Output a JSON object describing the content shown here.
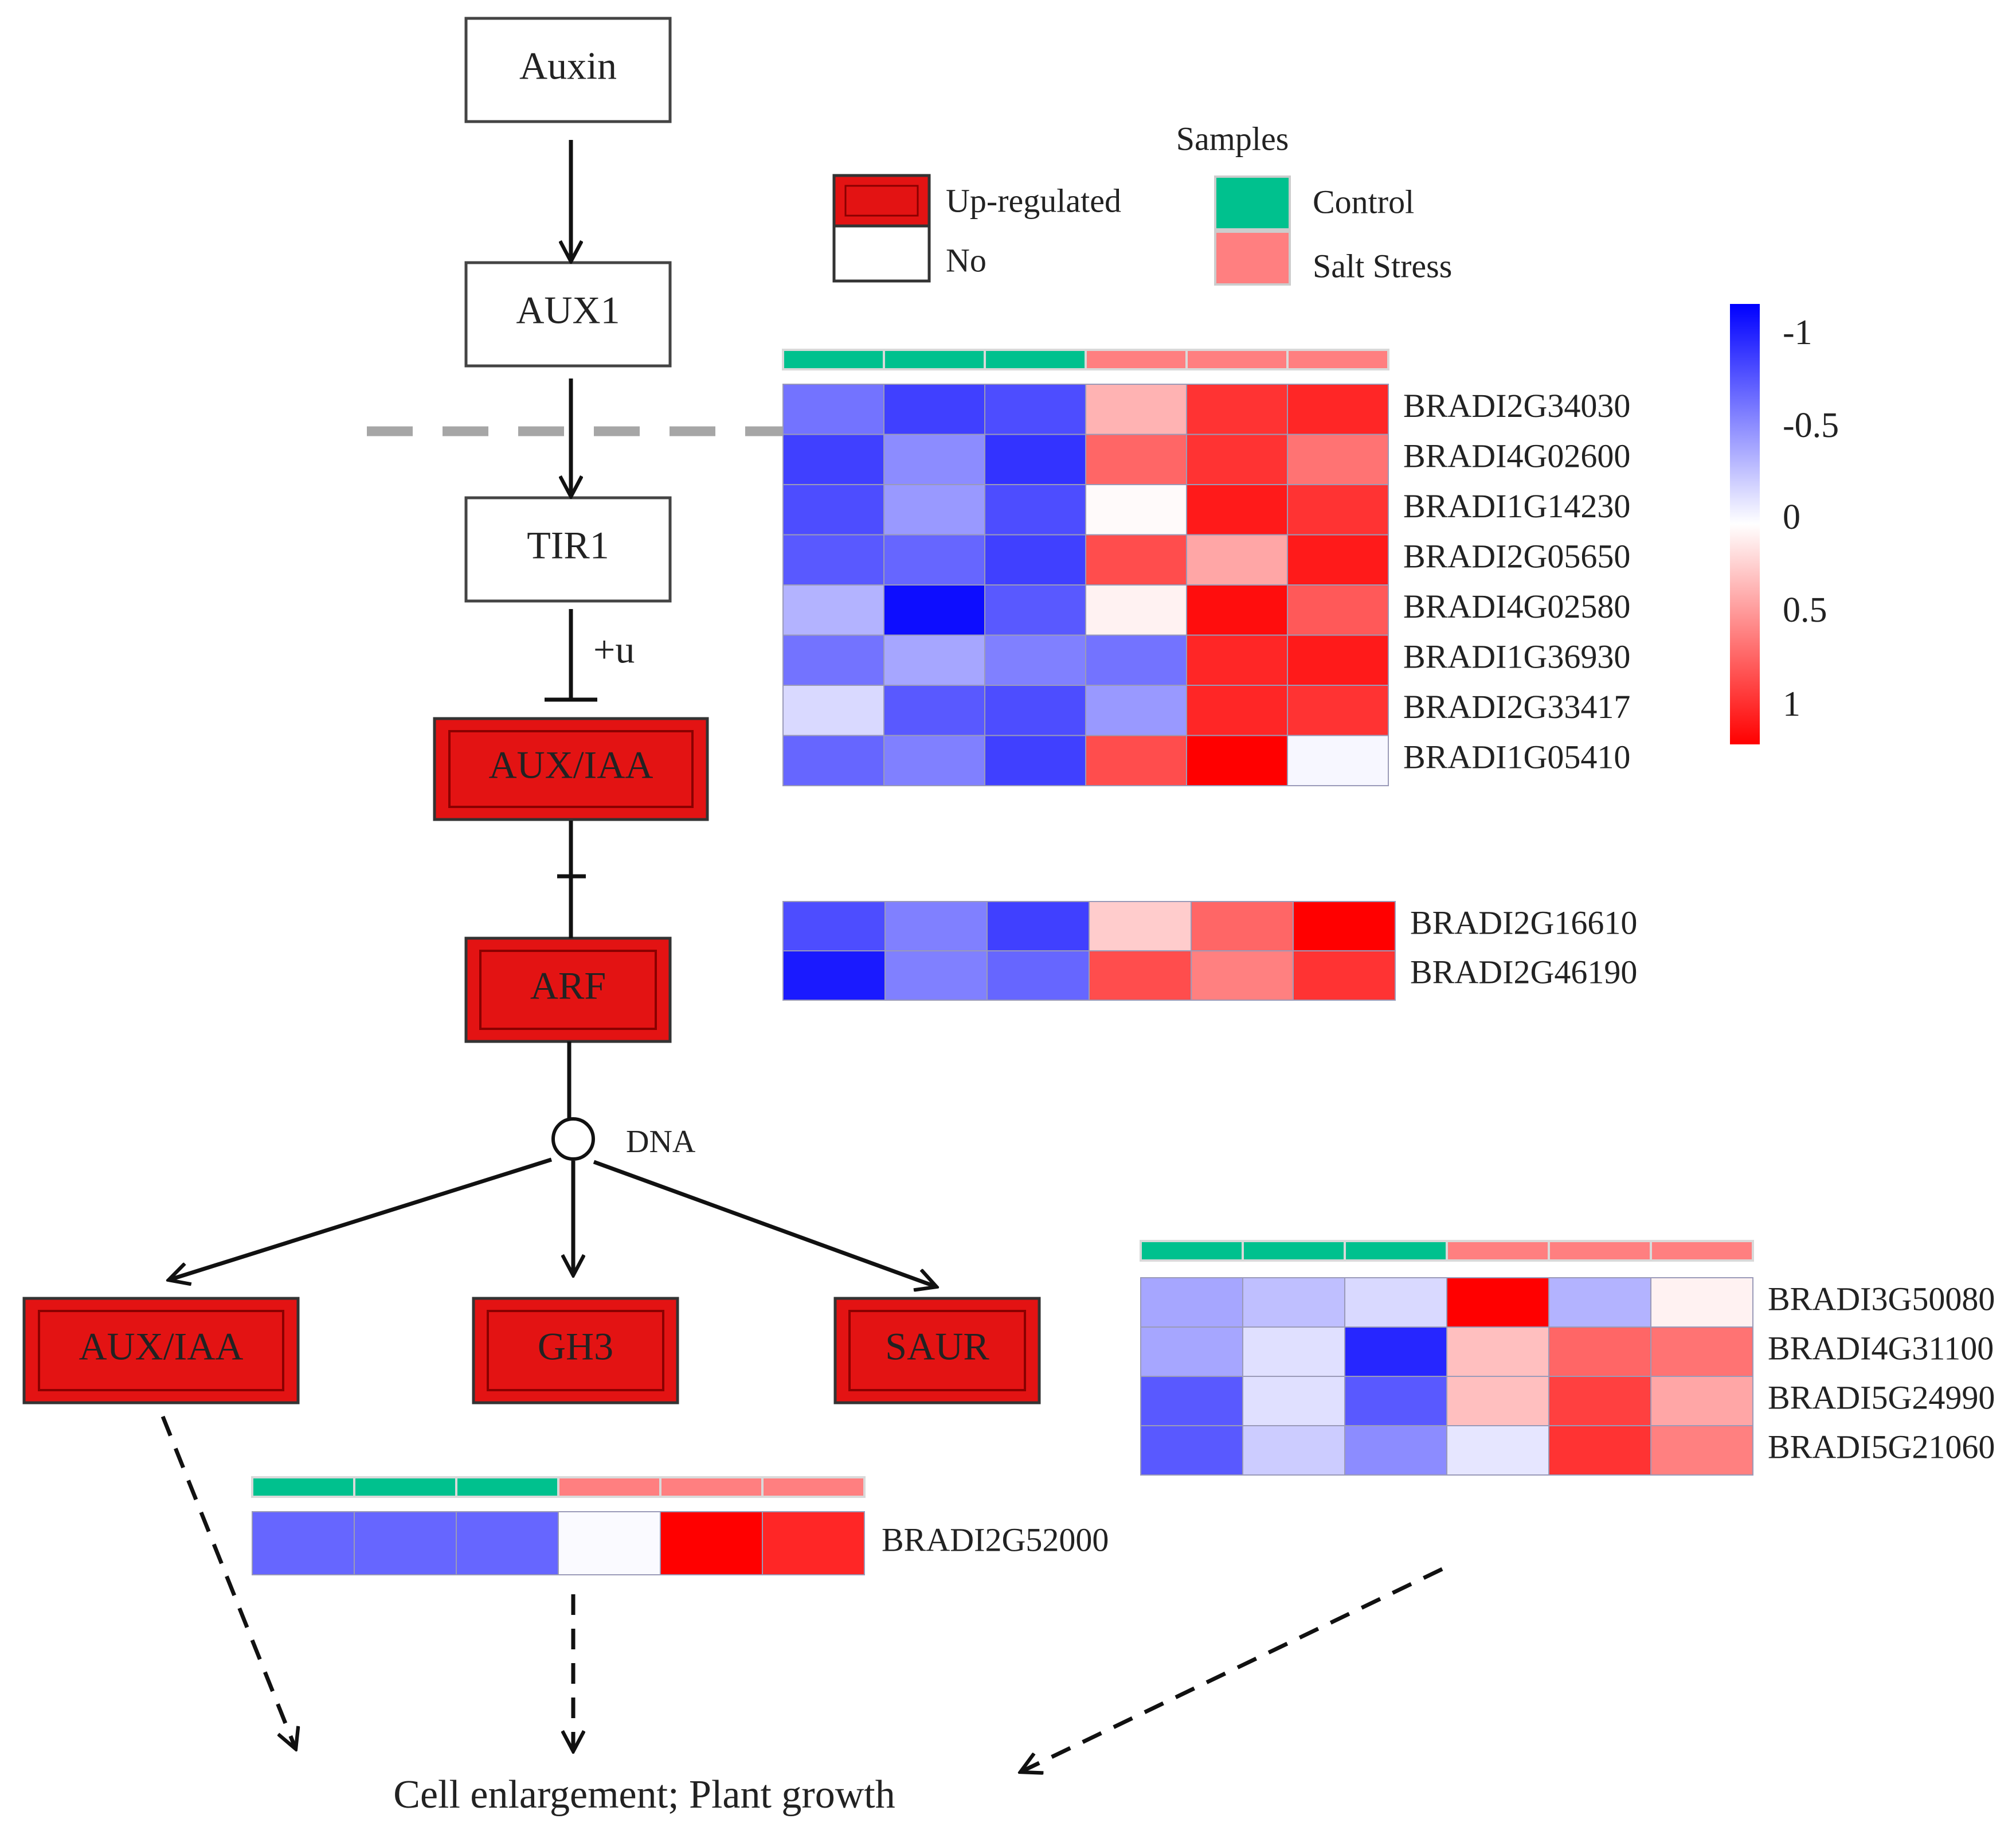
{
  "nodes": {
    "auxin": "Auxin",
    "aux1": "AUX1",
    "tir1": "TIR1",
    "aux_iaa_top": "AUX/IAA",
    "arf": "ARF",
    "aux_iaa_bottom": "AUX/IAA",
    "gh3": "GH3",
    "saur": "SAUR"
  },
  "annotations": {
    "ubiquitin": "+u",
    "dna": "DNA",
    "outcome": "Cell enlargement;  Plant growth"
  },
  "legend": {
    "node_state_items": [
      "Up-regulated",
      "No"
    ],
    "node_state_colors": [
      "#e31313",
      "#ffffff"
    ],
    "samples_title": "Samples",
    "sample_items": [
      "Control",
      "Salt Stress"
    ],
    "sample_colors": [
      "#00c18e",
      "#ff7f80"
    ]
  },
  "color_scale": {
    "ticks": [
      "-1",
      "-0.5",
      "0",
      "0.5",
      "1"
    ],
    "colors": [
      "#0000ff",
      "#ffffff",
      "#ff0000"
    ]
  },
  "chart_data": [
    {
      "type": "heatmap",
      "group": "AUX/IAA",
      "columns": [
        "Control",
        "Control",
        "Control",
        "Salt Stress",
        "Salt Stress",
        "Salt Stress"
      ],
      "rows": [
        "BRADI2G34030",
        "BRADI4G02600",
        "BRADI1G14230",
        "BRADI2G05650",
        "BRADI4G02580",
        "BRADI1G36930",
        "BRADI2G33417",
        "BRADI1G05410"
      ],
      "values": [
        [
          -0.55,
          -0.75,
          -0.7,
          0.3,
          0.8,
          0.85
        ],
        [
          -0.75,
          -0.45,
          -0.8,
          0.6,
          0.8,
          0.55
        ],
        [
          -0.7,
          -0.4,
          -0.7,
          0.02,
          0.9,
          0.8
        ],
        [
          -0.65,
          -0.6,
          -0.75,
          0.7,
          0.35,
          0.9
        ],
        [
          -0.3,
          -0.95,
          -0.65,
          0.05,
          0.95,
          0.65
        ],
        [
          -0.55,
          -0.35,
          -0.5,
          -0.55,
          0.85,
          0.9
        ],
        [
          -0.15,
          -0.65,
          -0.7,
          -0.4,
          0.85,
          0.8
        ],
        [
          -0.6,
          -0.5,
          -0.75,
          0.7,
          1.0,
          -0.03
        ]
      ]
    },
    {
      "type": "heatmap",
      "group": "ARF",
      "columns": [
        "Control",
        "Control",
        "Control",
        "Salt Stress",
        "Salt Stress",
        "Salt Stress"
      ],
      "rows": [
        "BRADI2G16610",
        "BRADI2G46190"
      ],
      "values": [
        [
          -0.7,
          -0.5,
          -0.75,
          0.2,
          0.6,
          1.0
        ],
        [
          -0.9,
          -0.5,
          -0.6,
          0.7,
          0.5,
          0.8
        ]
      ]
    },
    {
      "type": "heatmap",
      "group": "SAUR",
      "columns": [
        "Control",
        "Control",
        "Control",
        "Salt Stress",
        "Salt Stress",
        "Salt Stress"
      ],
      "rows": [
        "BRADI3G50080",
        "BRADI4G31100",
        "BRADI5G24990",
        "BRADI5G21060"
      ],
      "values": [
        [
          -0.35,
          -0.25,
          -0.15,
          1.0,
          -0.3,
          0.05
        ],
        [
          -0.35,
          -0.12,
          -0.85,
          0.25,
          0.6,
          0.55
        ],
        [
          -0.65,
          -0.12,
          -0.65,
          0.25,
          0.75,
          0.35
        ],
        [
          -0.65,
          -0.2,
          -0.45,
          -0.1,
          0.8,
          0.5
        ]
      ]
    },
    {
      "type": "heatmap",
      "group": "GH3",
      "columns": [
        "Control",
        "Control",
        "Control",
        "Salt Stress",
        "Salt Stress",
        "Salt Stress"
      ],
      "rows": [
        "BRADI2G52000"
      ],
      "values": [
        [
          -0.6,
          -0.6,
          -0.6,
          -0.02,
          1.0,
          0.85
        ]
      ]
    }
  ]
}
